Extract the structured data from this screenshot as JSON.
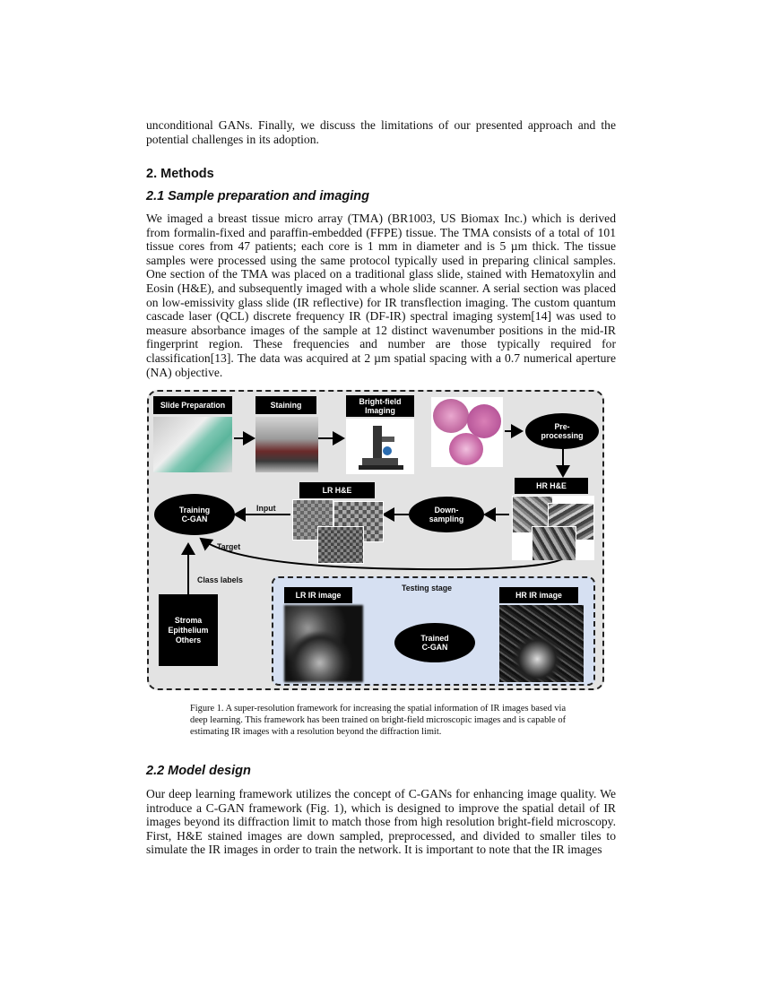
{
  "paragraphs": {
    "intro_end": "unconditional GANs. Finally, we discuss the limitations of our presented approach and the potential challenges in its adoption.",
    "sample_prep": "We imaged a breast tissue micro array (TMA) (BR1003, US Biomax Inc.) which is derived from formalin-fixed and paraffin-embedded (FFPE) tissue. The TMA consists of a total of 101 tissue cores from 47 patients; each core is 1 mm in diameter and is 5 µm thick. The tissue samples were processed using the same protocol typically used in preparing clinical samples. One section of the TMA was placed on a traditional glass slide, stained with Hematoxylin and Eosin (H&E), and subsequently imaged with a whole slide scanner. A serial section was placed on low-emissivity glass slide (IR reflective) for IR transflection imaging. The custom quantum cascade laser (QCL) discrete frequency IR (DF-IR) spectral imaging system[14] was used to measure absorbance images of the sample at 12 distinct wavenumber positions in the mid-IR fingerprint region. These frequencies and number are those typically required for classification[13]. The data was acquired at 2 µm spatial spacing with a 0.7 numerical aperture (NA) objective.",
    "model_design": "Our deep learning framework utilizes the concept of C-GANs for enhancing image quality. We introduce a C-GAN framework (Fig. 1), which is designed to improve the spatial detail of IR images beyond its diffraction limit to match those from high resolution bright-field microscopy. First, H&E stained images are down sampled, preprocessed, and divided to smaller tiles to simulate the IR images in order to train the network. It is important to note that the IR images"
  },
  "headings": {
    "section": "2.   Methods",
    "sub1": "2.1 Sample preparation and imaging",
    "sub2": "2.2 Model design"
  },
  "figure": {
    "slide_prep": "Slide Preparation",
    "staining": "Staining",
    "brightfield": "Bright-field\nImaging",
    "preprocessing": "Pre-\nprocessing",
    "hr_he": "HR H&E",
    "lr_he": "LR H&E",
    "downsampling": "Down-\nsampling",
    "training": "Training\nC-GAN",
    "input": "Input",
    "target": "Target",
    "class_labels": "Class labels",
    "classes": [
      "Stroma",
      "Epithelium",
      "Others"
    ],
    "testing_stage": "Testing stage",
    "lr_ir": "LR IR image",
    "trained": "Trained\nC-GAN",
    "hr_ir": "HR IR image"
  },
  "caption": "Figure 1. A super-resolution framework for increasing the spatial information of IR images based via deep learning. This framework has been trained on bright-field microscopic images and is capable of estimating IR images with a resolution beyond the diffraction limit."
}
